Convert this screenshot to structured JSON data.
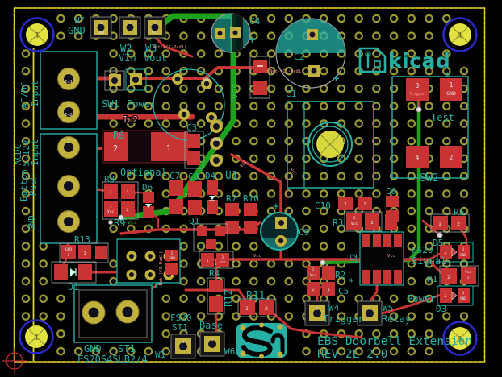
{
  "board_title": {
    "line1": "EBS Doorbell Extension",
    "line2": "REV 2L 2.0"
  },
  "logos": {
    "kicad": "kicad"
  },
  "mounting_holes": {
    "label": "1"
  },
  "silk": {
    "w7": "W7",
    "w7_net": "GND",
    "w2": "W2",
    "w2_net": "VIn",
    "w3": "W3",
    "w3_net": "Vout",
    "sw1": "SW1",
    "sw1_label": "Power",
    "r6": "R6",
    "conn1_line1": "Input",
    "conn1_line2": "AC/DC",
    "conn2_line1": "Input",
    "conn2_line2": "5-12V",
    "conn2_line3": "ACDC",
    "conn2_line4": "Push",
    "conn2_line5": "Button",
    "conn2_line6": "GND",
    "c1": "C1",
    "c2": "C2",
    "c3": "C3",
    "c4": "C4",
    "c5": "C5",
    "c6": "C6",
    "c7": "C7",
    "c8": "C8",
    "c9": "C9",
    "c10": "C10",
    "d1": "D1",
    "d3": "D3",
    "d4": "D4",
    "d5": "D5",
    "d6": "D6",
    "u1": "U1",
    "u2": "U2",
    "u3": "U3",
    "q1": "Q1",
    "r1": "R1",
    "r2": "R2",
    "r3": "R3",
    "r4": "R4",
    "r5": "R5",
    "r7": "R7",
    "r8": "R8",
    "r9": "R9",
    "r10": "R10",
    "r11": "R11",
    "r12": "R12",
    "r13": "R13",
    "optional": "Optional",
    "test": "Test",
    "sw2": "SW2",
    "asterisk": "*",
    "fs20_right": "FS20",
    "signal": "Signal",
    "power": "Power",
    "w4": "W4",
    "trigger": "Trigger",
    "w5": "W5",
    "relay": "Relay",
    "gnd_bottom": "GND",
    "st1_bottom": "ST1",
    "fp_name": "FS20S4SUB2/4",
    "fs20_base": "FS20",
    "st1_base": "ST1",
    "base": "Base",
    "w1": "W1",
    "w6": "W6",
    "plus": "+"
  },
  "nets": {
    "c1_pad1": "Net-(C1-Pad1)",
    "c9_pad1": "Net-(C9-Pad1)",
    "vcc": "Vcc",
    "in2": "In2",
    "gnd": "GND",
    "trigger": "Trigger"
  },
  "pad_labels": {
    "n1": "1",
    "n2": "2",
    "n3": "3",
    "n4": "4",
    "gnd": "GND",
    "vcc": "Vcc",
    "in1": "In1",
    "in2": "In2"
  }
}
